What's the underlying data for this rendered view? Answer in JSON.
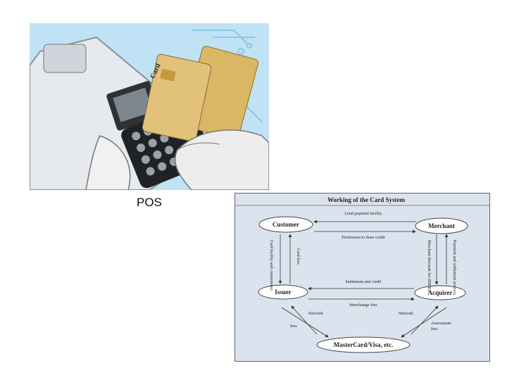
{
  "pos_caption": "POS",
  "diagram": {
    "title": "Working of the Card System",
    "nodes": {
      "customer": "Customer",
      "merchant": "Merchant",
      "issuer": "Issuer",
      "acquirer": "Acquirer",
      "network": "MasterCard/Visa, etc."
    },
    "edges": {
      "lend_payment": "Lend payment facility",
      "permission_credit": "Permission to draw credit",
      "settlement_credit": "Settlement and credit",
      "interchange_fees": "Interchange fees",
      "card_fees": "Card fees",
      "card_facility": "Card facility and convenience",
      "payment_services": "Payment and settlement services",
      "discount_fees": "Merchant discount fee (MDR)",
      "network_left": "Network",
      "fees_left": "fees",
      "network_right": "Network",
      "assessment": "Assessment",
      "fees_right": "fees"
    }
  },
  "colors": {
    "diagram_bg": "#dbe4ee",
    "photo_bg": "#bfe3f5",
    "card_gold": "#d9b764"
  },
  "photo_card_text": "Card"
}
